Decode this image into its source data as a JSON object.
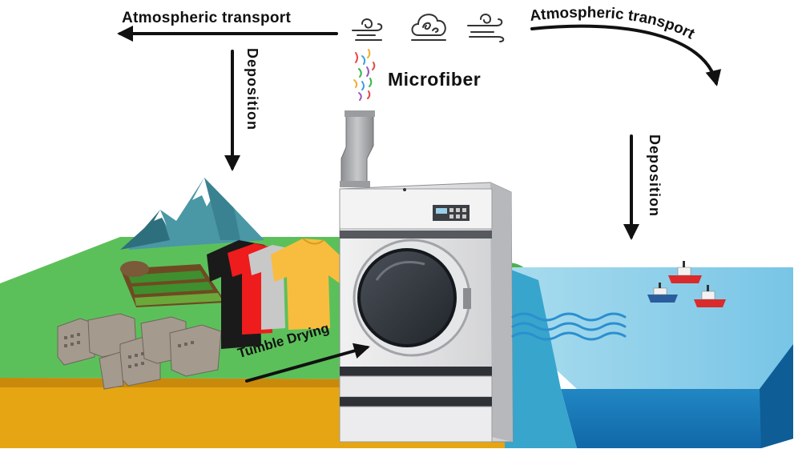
{
  "labels": {
    "atmospheric_transport_left": "Atmospheric transport",
    "atmospheric_transport_right": "Atmospheric transport",
    "microfiber": "Microfiber",
    "deposition_left": "Deposition",
    "deposition_right": "Deposition",
    "tumble_drying": "Tumble Drying"
  },
  "icons": [
    "wind-swirl-icon",
    "cloud-swirl-icon",
    "wind-swirl-icon"
  ],
  "colors": {
    "grass": "#5cc05a",
    "soil": "#e6a512",
    "ocean_surface": "#8ecfe8",
    "ocean_side": "#1f82c8",
    "dryer_body": "#d9dadc",
    "shirt_black": "#1a1a1a",
    "shirt_red": "#ee1c1c",
    "shirt_gray": "#c8c8c8",
    "shirt_yellow": "#f8bd3e",
    "factory": "#a49a8e",
    "mountain": "#4a97a6"
  }
}
